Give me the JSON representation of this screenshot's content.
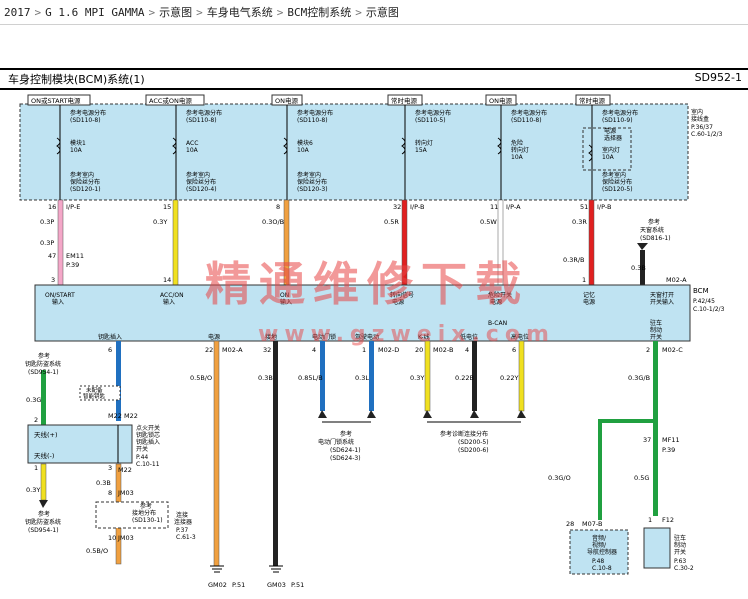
{
  "breadcrumb": [
    "2017",
    "G 1.6 MPI GAMMA",
    "示意图",
    "车身电气系统",
    "BCM控制系统",
    "示意图"
  ],
  "header": {
    "title": "车身控制模块(BCM)系统(1)",
    "code": "SD952-1"
  },
  "watermark": {
    "line1": "精通维修下载",
    "line2": "www.gzweix.com"
  },
  "fuse_box": {
    "label": [
      "室内",
      "接线盒"
    ],
    "ref": [
      "P.36/37",
      "C.60-1/2/3"
    ]
  },
  "power": [
    {
      "label": "ON或START电源",
      "dist": [
        "参考电源分布",
        "(SD110-8)"
      ],
      "fuse": [
        "模块1",
        "10A"
      ],
      "gnd": [
        "参考室内",
        "保险丝分布",
        "(SD120-1)"
      ],
      "pin": "16",
      "conn": "I/P-E",
      "wire": "0.3P",
      "bpin": "3",
      "bcm": [
        "ON/START",
        "输入"
      ]
    },
    {
      "label": "ACC或ON电源",
      "dist": [
        "参考电源分布",
        "(SD110-8)"
      ],
      "fuse": [
        "ACC",
        "10A"
      ],
      "gnd": [
        "参考室内",
        "保险丝分布",
        "(SD120-4)"
      ],
      "pin": "15",
      "conn": "",
      "wire": "0.3Y",
      "bpin": "14",
      "bcm": [
        "ACC/ON",
        "输入"
      ]
    },
    {
      "label": "ON电源",
      "dist": [
        "参考电源分布",
        "(SD110-8)"
      ],
      "fuse": [
        "模块6",
        "10A"
      ],
      "gnd": [
        "参考室内",
        "保险丝分布",
        "(SD120-3)"
      ],
      "pin": "8",
      "conn": "",
      "wire": "0.3O/B",
      "bpin": "",
      "bcm": [
        "ON",
        "输入"
      ]
    },
    {
      "label": "常时电源",
      "dist": [
        "参考电源分布",
        "(SD110-5)"
      ],
      "fuse": [
        "转向灯",
        "15A"
      ],
      "gnd": [],
      "pin": "32",
      "conn": "I/P-B",
      "wire": "0.5R",
      "bpin": "",
      "bcm": [
        "转向信号",
        "电源"
      ]
    },
    {
      "label": "ON电源",
      "dist": [
        "参考电源分布",
        "(SD110-8)"
      ],
      "fuse": [
        "危险",
        "转向灯",
        "10A"
      ],
      "gnd": [],
      "pin": "11",
      "conn": "I/P-A",
      "wire": "0.5W",
      "bpin": "",
      "bcm": [
        "危险开关",
        "电源"
      ]
    },
    {
      "label": "常时电源",
      "dist": [
        "参考电源分布",
        "(SD110-9)"
      ],
      "fuse": [
        "室内灯",
        "10A"
      ],
      "gnd": [
        "参考室内",
        "保险丝分布",
        "(SD120-5)"
      ],
      "pin": "51",
      "conn": "I/P-B",
      "wire": "0.3R",
      "bpin": "1",
      "bcm": [
        "记忆",
        "电源"
      ]
    }
  ],
  "top_labels": {
    "eb": [
      "电源",
      "选择器"
    ],
    "pin47": "47",
    "em11": "EM11",
    "p39": "P.39",
    "w03p": "0.3P",
    "ref_roof": [
      "参考",
      "天窗系统",
      "(SD816-1)"
    ],
    "w_roof": "0.3B",
    "conn_m02a": "M02-A",
    "pin_r": "11",
    "w_rb": "0.3R/B",
    "conn_m02c": "M02-C",
    "conn_m02b": "M02-B"
  },
  "bcm": {
    "label": "BCM",
    "ref": [
      "P.42/45",
      "C.10-1/2/3"
    ],
    "right_top": [
      "天窗打开",
      "开关输入"
    ],
    "bottom": [
      "钥匙插入",
      "电源",
      "接地",
      "电动门锁",
      "驾驶电动",
      "K-线",
      "低电位",
      "高电位",
      "驻车",
      "制动",
      "开关"
    ],
    "bus": "B-CAN"
  },
  "bottom_pins": [
    {
      "pin": "6",
      "wire": ""
    },
    {
      "pin": "22",
      "conn": "M02-A",
      "wire": "0.5B/O"
    },
    {
      "pin": "32",
      "wire": "0.3B"
    },
    {
      "pin": "4",
      "wire": "0.85L/B"
    },
    {
      "pin": "1",
      "conn": "M02-D",
      "wire": "0.3L"
    },
    {
      "pin": "20",
      "conn": "M02-B",
      "wire": "0.3Y"
    },
    {
      "pin": "4",
      "wire": "0.22B"
    },
    {
      "pin": "6",
      "wire": "0.22Y"
    },
    {
      "pin": "2",
      "conn": "M02-C",
      "wire": "0.3G/B"
    }
  ],
  "left": {
    "ref_immo": [
      "参考",
      "钥匙防盗系统",
      "(SD954-1)"
    ],
    "w_top": "0.3G",
    "pin2": "2",
    "pin1": "1",
    "m22": "M22",
    "key_note": [
      "未配备",
      "智能钥匙"
    ],
    "antenna": [
      "天线(+)",
      "天线(-)"
    ],
    "switch_label": [
      "点火开关",
      "钥匙锁芯",
      "钥匙插入",
      "开关"
    ],
    "switch_ref": [
      "P.44",
      "C.10-11"
    ],
    "w3": "3",
    "w_m22": "M22",
    "w_03b": "0.3B",
    "pin8": "8",
    "jm03": "JM03",
    "ref_ground": [
      "参考",
      "接地分布",
      "(SD130-1)"
    ],
    "conn_label": [
      "连接",
      "连接器"
    ],
    "conn_ref": [
      "P.37",
      "C.61-3"
    ],
    "pin10": "10",
    "jm03b": "JM03",
    "w_05bo": "0.5B/O",
    "ref_immo2": [
      "参考",
      "钥匙防盗系统",
      "(SD954-1)"
    ],
    "w_immo2": "0.3Y"
  },
  "lower": {
    "ref_lock": [
      "参考",
      "电动门锁系统",
      "(SD624-1)",
      "(SD624-3)"
    ],
    "ref_diag": [
      "参考诊断连接分布",
      "(SD200-5)",
      "(SD200-6)"
    ],
    "gm02": "GM02",
    "p51a": "P.51",
    "gm03": "GM03",
    "p51b": "P.51",
    "pin37": "37",
    "mf11": "MF11",
    "p39b": "P.39",
    "w_05g": "0.5G",
    "pin1": "1",
    "f12": "F12",
    "park_sw": [
      "驻车",
      "制动",
      "开关"
    ],
    "park_ref": [
      "P.63",
      "C.30-2"
    ],
    "w_03go": "0.3G/O",
    "pin28": "28",
    "m07b": "M07-B",
    "audio": [
      "音频/",
      "视频/",
      "导航控制器"
    ],
    "audio_ref": [
      "P.48",
      "C.10-8"
    ]
  }
}
